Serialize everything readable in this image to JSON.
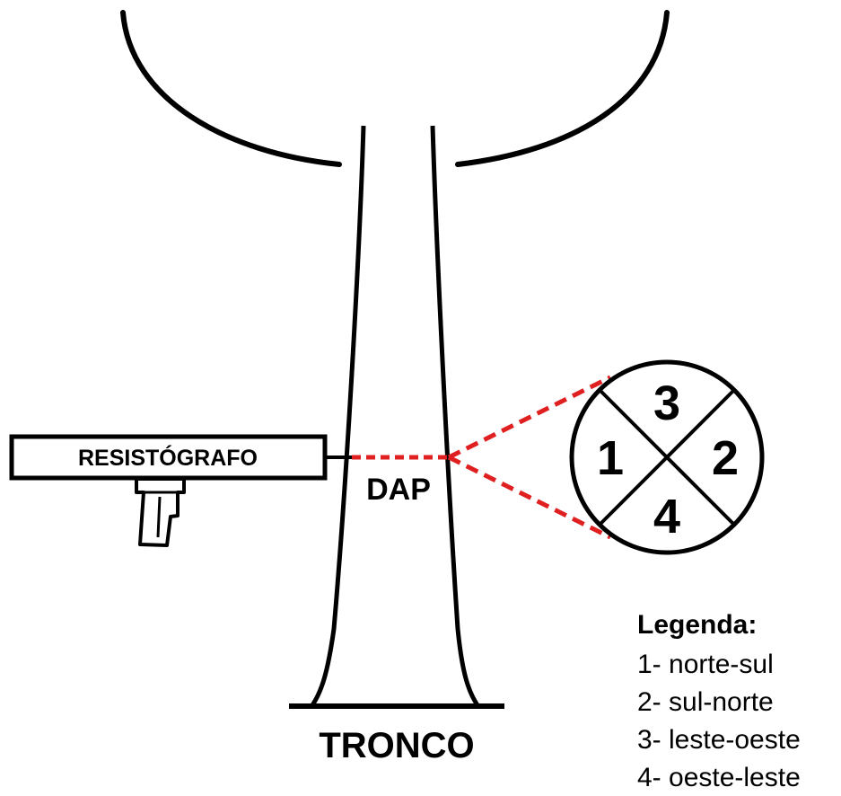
{
  "device": {
    "label": "RESISTÓGRAFO"
  },
  "measurement": {
    "label": "DAP"
  },
  "trunk": {
    "label": "TRONCO"
  },
  "quadrants": {
    "top": "3",
    "left": "1",
    "right": "2",
    "bottom": "4"
  },
  "legend": {
    "title": "Legenda:",
    "items": [
      "1- norte-sul",
      "2- sul-norte",
      "3- leste-oeste",
      "4- oeste-leste"
    ]
  },
  "colors": {
    "stroke": "#000000",
    "accent": "#e02020"
  }
}
